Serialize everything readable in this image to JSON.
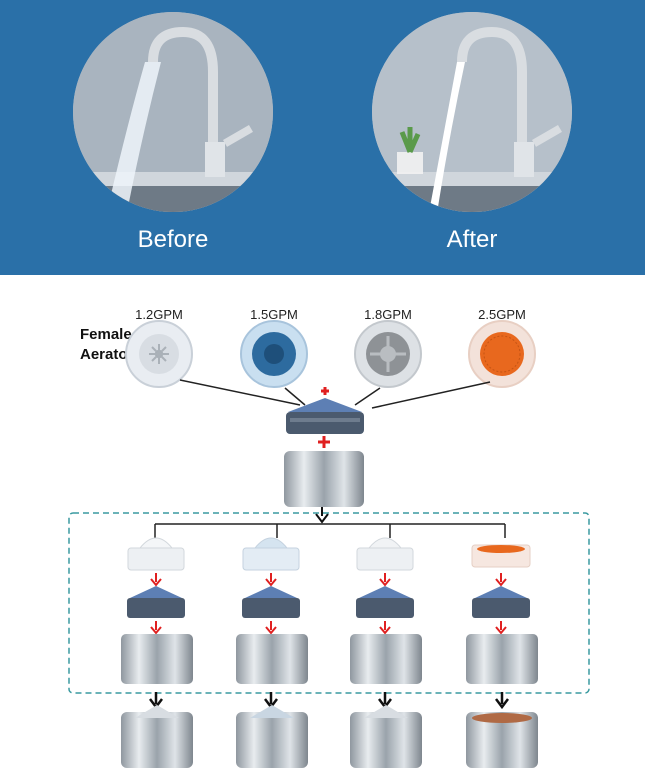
{
  "banner": {
    "before_label": "Before",
    "after_label": "After",
    "background": "#2a70a8"
  },
  "aerator_label": [
    "Female",
    "Aerator"
  ],
  "aerators": [
    {
      "flow": "1.2GPM",
      "color": "#e9edf2",
      "core": "#d8dde3"
    },
    {
      "flow": "1.5GPM",
      "color": "#c9dff0",
      "core": "#2d6b9f"
    },
    {
      "flow": "1.8GPM",
      "color": "#dde1e5",
      "core": "#8e9296"
    },
    {
      "flow": "2.5GPM",
      "color": "#f3e2da",
      "core": "#e8681e"
    }
  ],
  "colors": {
    "plus": "#e02020",
    "arrow_red": "#e02020",
    "dashed_box": "#3a9aa0",
    "gasket": "#4b5a6e",
    "gasket_top": "#5d7fb4"
  }
}
